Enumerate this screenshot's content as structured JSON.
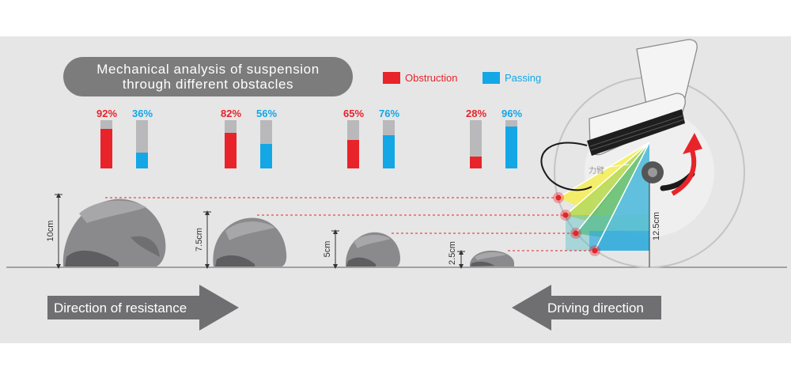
{
  "title_lines": [
    "Mechanical analysis of suspension",
    "through different obstacles"
  ],
  "legend": [
    {
      "label": "Obstruction",
      "color": "#e8232a"
    },
    {
      "label": "Passing",
      "color": "#13a7e6"
    }
  ],
  "colors": {
    "obstruction": "#e8232a",
    "passing": "#13a7e6",
    "bar_bg": "#b9b9bb",
    "rock": "#8a8a8c",
    "rock_dark": "#5e5e60"
  },
  "obstacles": [
    {
      "height_label": "10cm",
      "obstruction_pct": 92,
      "obstruction_label": "92%",
      "passing_pct": 36,
      "passing_label": "36%"
    },
    {
      "height_label": "7.5cm",
      "obstruction_pct": 82,
      "obstruction_label": "82%",
      "passing_pct": 56,
      "passing_label": "56%"
    },
    {
      "height_label": "5cm",
      "obstruction_pct": 65,
      "obstruction_label": "65%",
      "passing_pct": 76,
      "passing_label": "76%"
    },
    {
      "height_label": "2.5cm",
      "obstruction_pct": 28,
      "obstruction_label": "28%",
      "passing_pct": 96,
      "passing_label": "96%"
    }
  ],
  "wheel": {
    "height_label": "12.5cm",
    "tag_label": "力臂"
  },
  "arrows": {
    "left_label": "Direction of resistance",
    "right_label": "Driving direction"
  }
}
